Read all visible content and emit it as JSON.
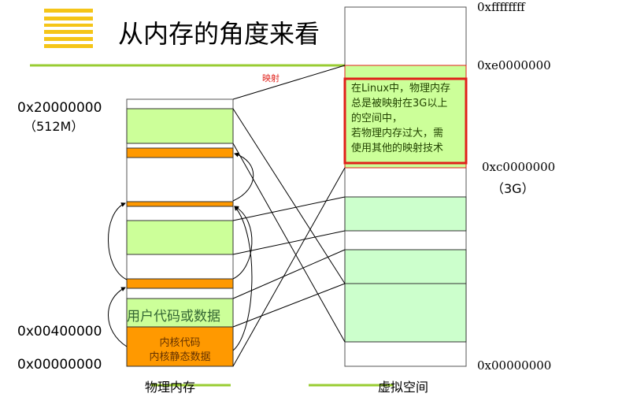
{
  "title": "从内存的角度来看",
  "mapping_label": "映射",
  "physical": {
    "label": "物理内存",
    "addr_top": "0x20000000",
    "addr_top_size": "（512M）",
    "addr_mid": "0x00400000",
    "addr_bottom": "0x00000000",
    "user_block": "用户代码或数据",
    "kernel_line1": "内核代码",
    "kernel_line2": "内核静态数据"
  },
  "virtual": {
    "label": "虚拟空间",
    "addr_top": "0xffffffff",
    "addr_e": "0xe0000000",
    "addr_c": "0xc0000000",
    "addr_c_size": "（3G）",
    "addr_bottom": "0x00000000",
    "note": [
      "在Linux中，物理内存",
      "总是被映射在3G以上",
      "的空间中，",
      "若物理内存过大，需",
      "使用其他的映射技术"
    ]
  },
  "colors": {
    "green": "#ccff99",
    "light_green": "#ccffcc",
    "orange": "#ff9900",
    "accent": "#99cc33",
    "red": "#e0201a",
    "logo": "#f5c518"
  }
}
